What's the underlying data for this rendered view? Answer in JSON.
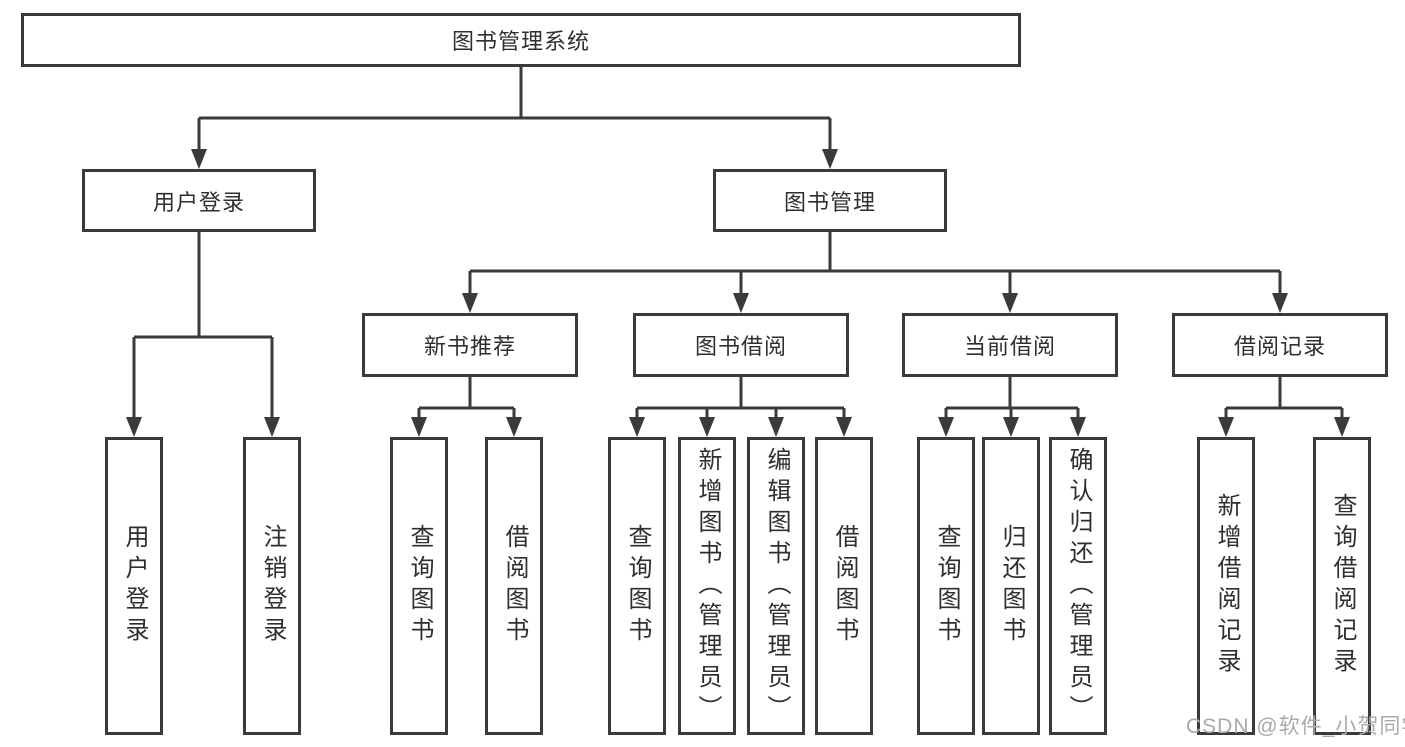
{
  "tree": {
    "root": "图书管理系统",
    "branches": [
      {
        "label": "用户登录",
        "children": [
          "用户登录",
          "注销登录"
        ]
      },
      {
        "label": "图书管理",
        "groups": [
          {
            "label": "新书推荐",
            "children": [
              "查询图书",
              "借阅图书"
            ]
          },
          {
            "label": "图书借阅",
            "children": [
              "查询图书",
              "新增图书（管理员）",
              "编辑图书（管理员）",
              "借阅图书"
            ]
          },
          {
            "label": "当前借阅",
            "children": [
              "查询图书",
              "归还图书",
              "确认归还（管理员）"
            ]
          },
          {
            "label": "借阅记录",
            "children": [
              "新增借阅记录",
              "查询借阅记录"
            ]
          }
        ]
      }
    ]
  },
  "watermark": {
    "text": "CSDN @软件_小贺同学"
  },
  "colors": {
    "line": "#3a3a3a",
    "box_border": "#3a3a3a",
    "text": "#2f2f2f",
    "watermark": "#aaaaaa",
    "background": "#ffffff"
  }
}
